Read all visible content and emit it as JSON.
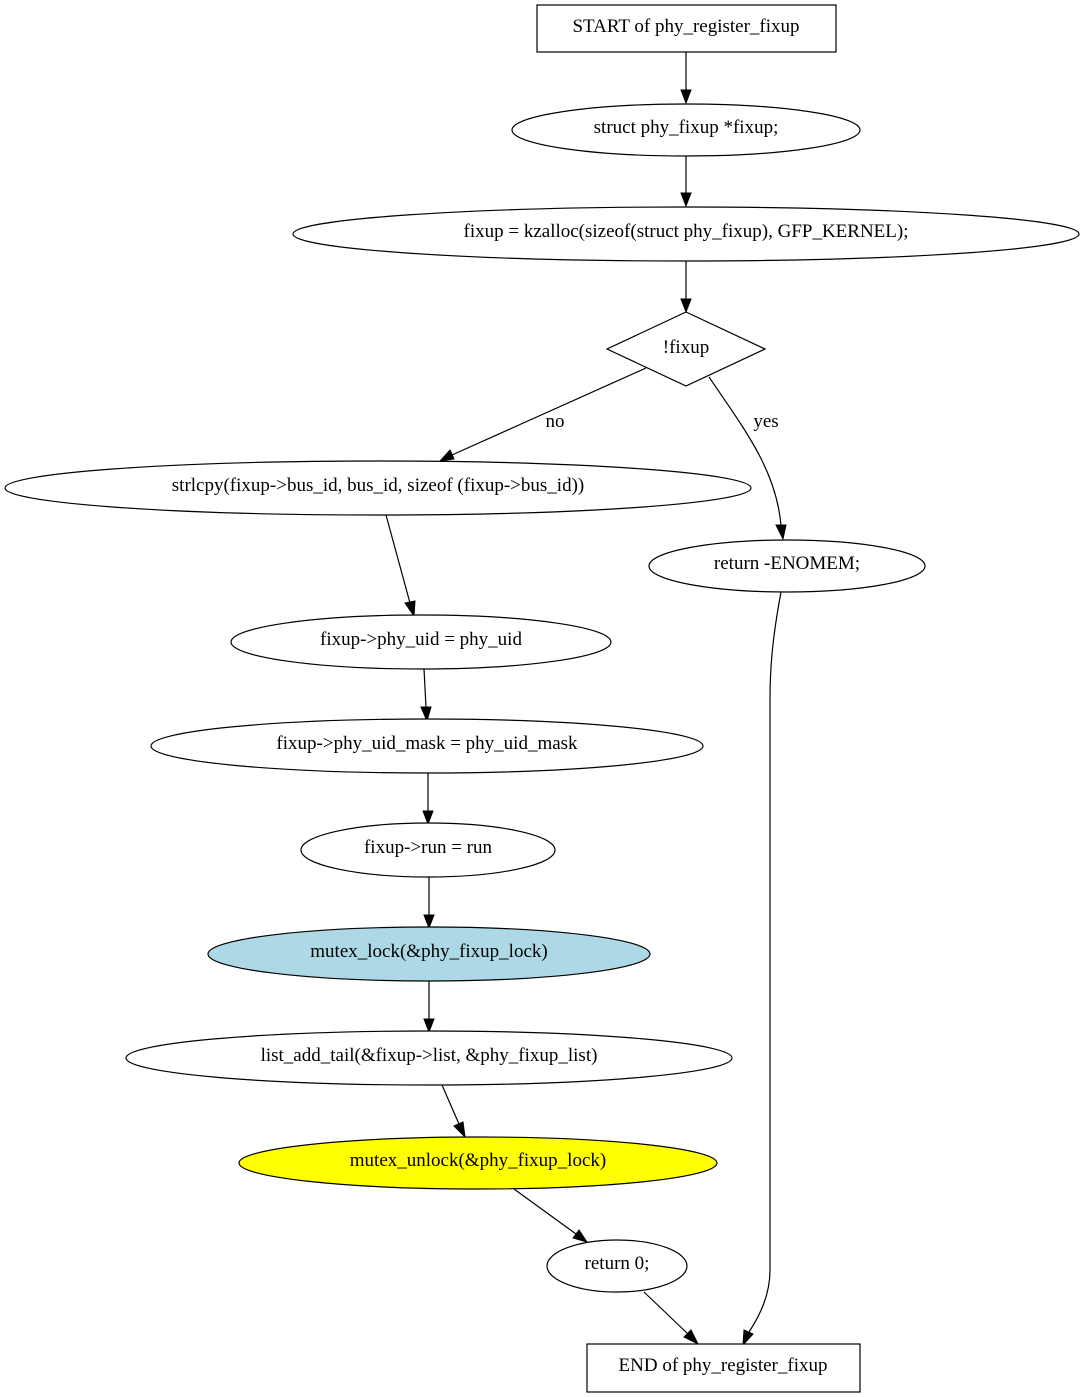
{
  "nodes": {
    "start": "START of phy_register_fixup",
    "declare_fixup": "struct phy_fixup *fixup;",
    "kzalloc": "fixup = kzalloc(sizeof(struct phy_fixup), GFP_KERNEL);",
    "check_fixup": "!fixup",
    "strlcpy": "strlcpy(fixup->bus_id, bus_id, sizeof (fixup->bus_id))",
    "return_enomem": "return -ENOMEM;",
    "set_phy_uid": "fixup->phy_uid = phy_uid",
    "set_phy_uid_mask": "fixup->phy_uid_mask = phy_uid_mask",
    "set_run": "fixup->run = run",
    "mutex_lock": "mutex_lock(&phy_fixup_lock)",
    "list_add_tail": "list_add_tail(&fixup->list, &phy_fixup_list)",
    "mutex_unlock": "mutex_unlock(&phy_fixup_lock)",
    "return_zero": "return 0;",
    "end": "END of phy_register_fixup"
  },
  "edge_labels": {
    "no": "no",
    "yes": "yes"
  },
  "colors": {
    "mutex_lock_fill": "#add8e6",
    "mutex_unlock_fill": "#ffff00",
    "default_fill": "#ffffff",
    "stroke": "#000000"
  }
}
